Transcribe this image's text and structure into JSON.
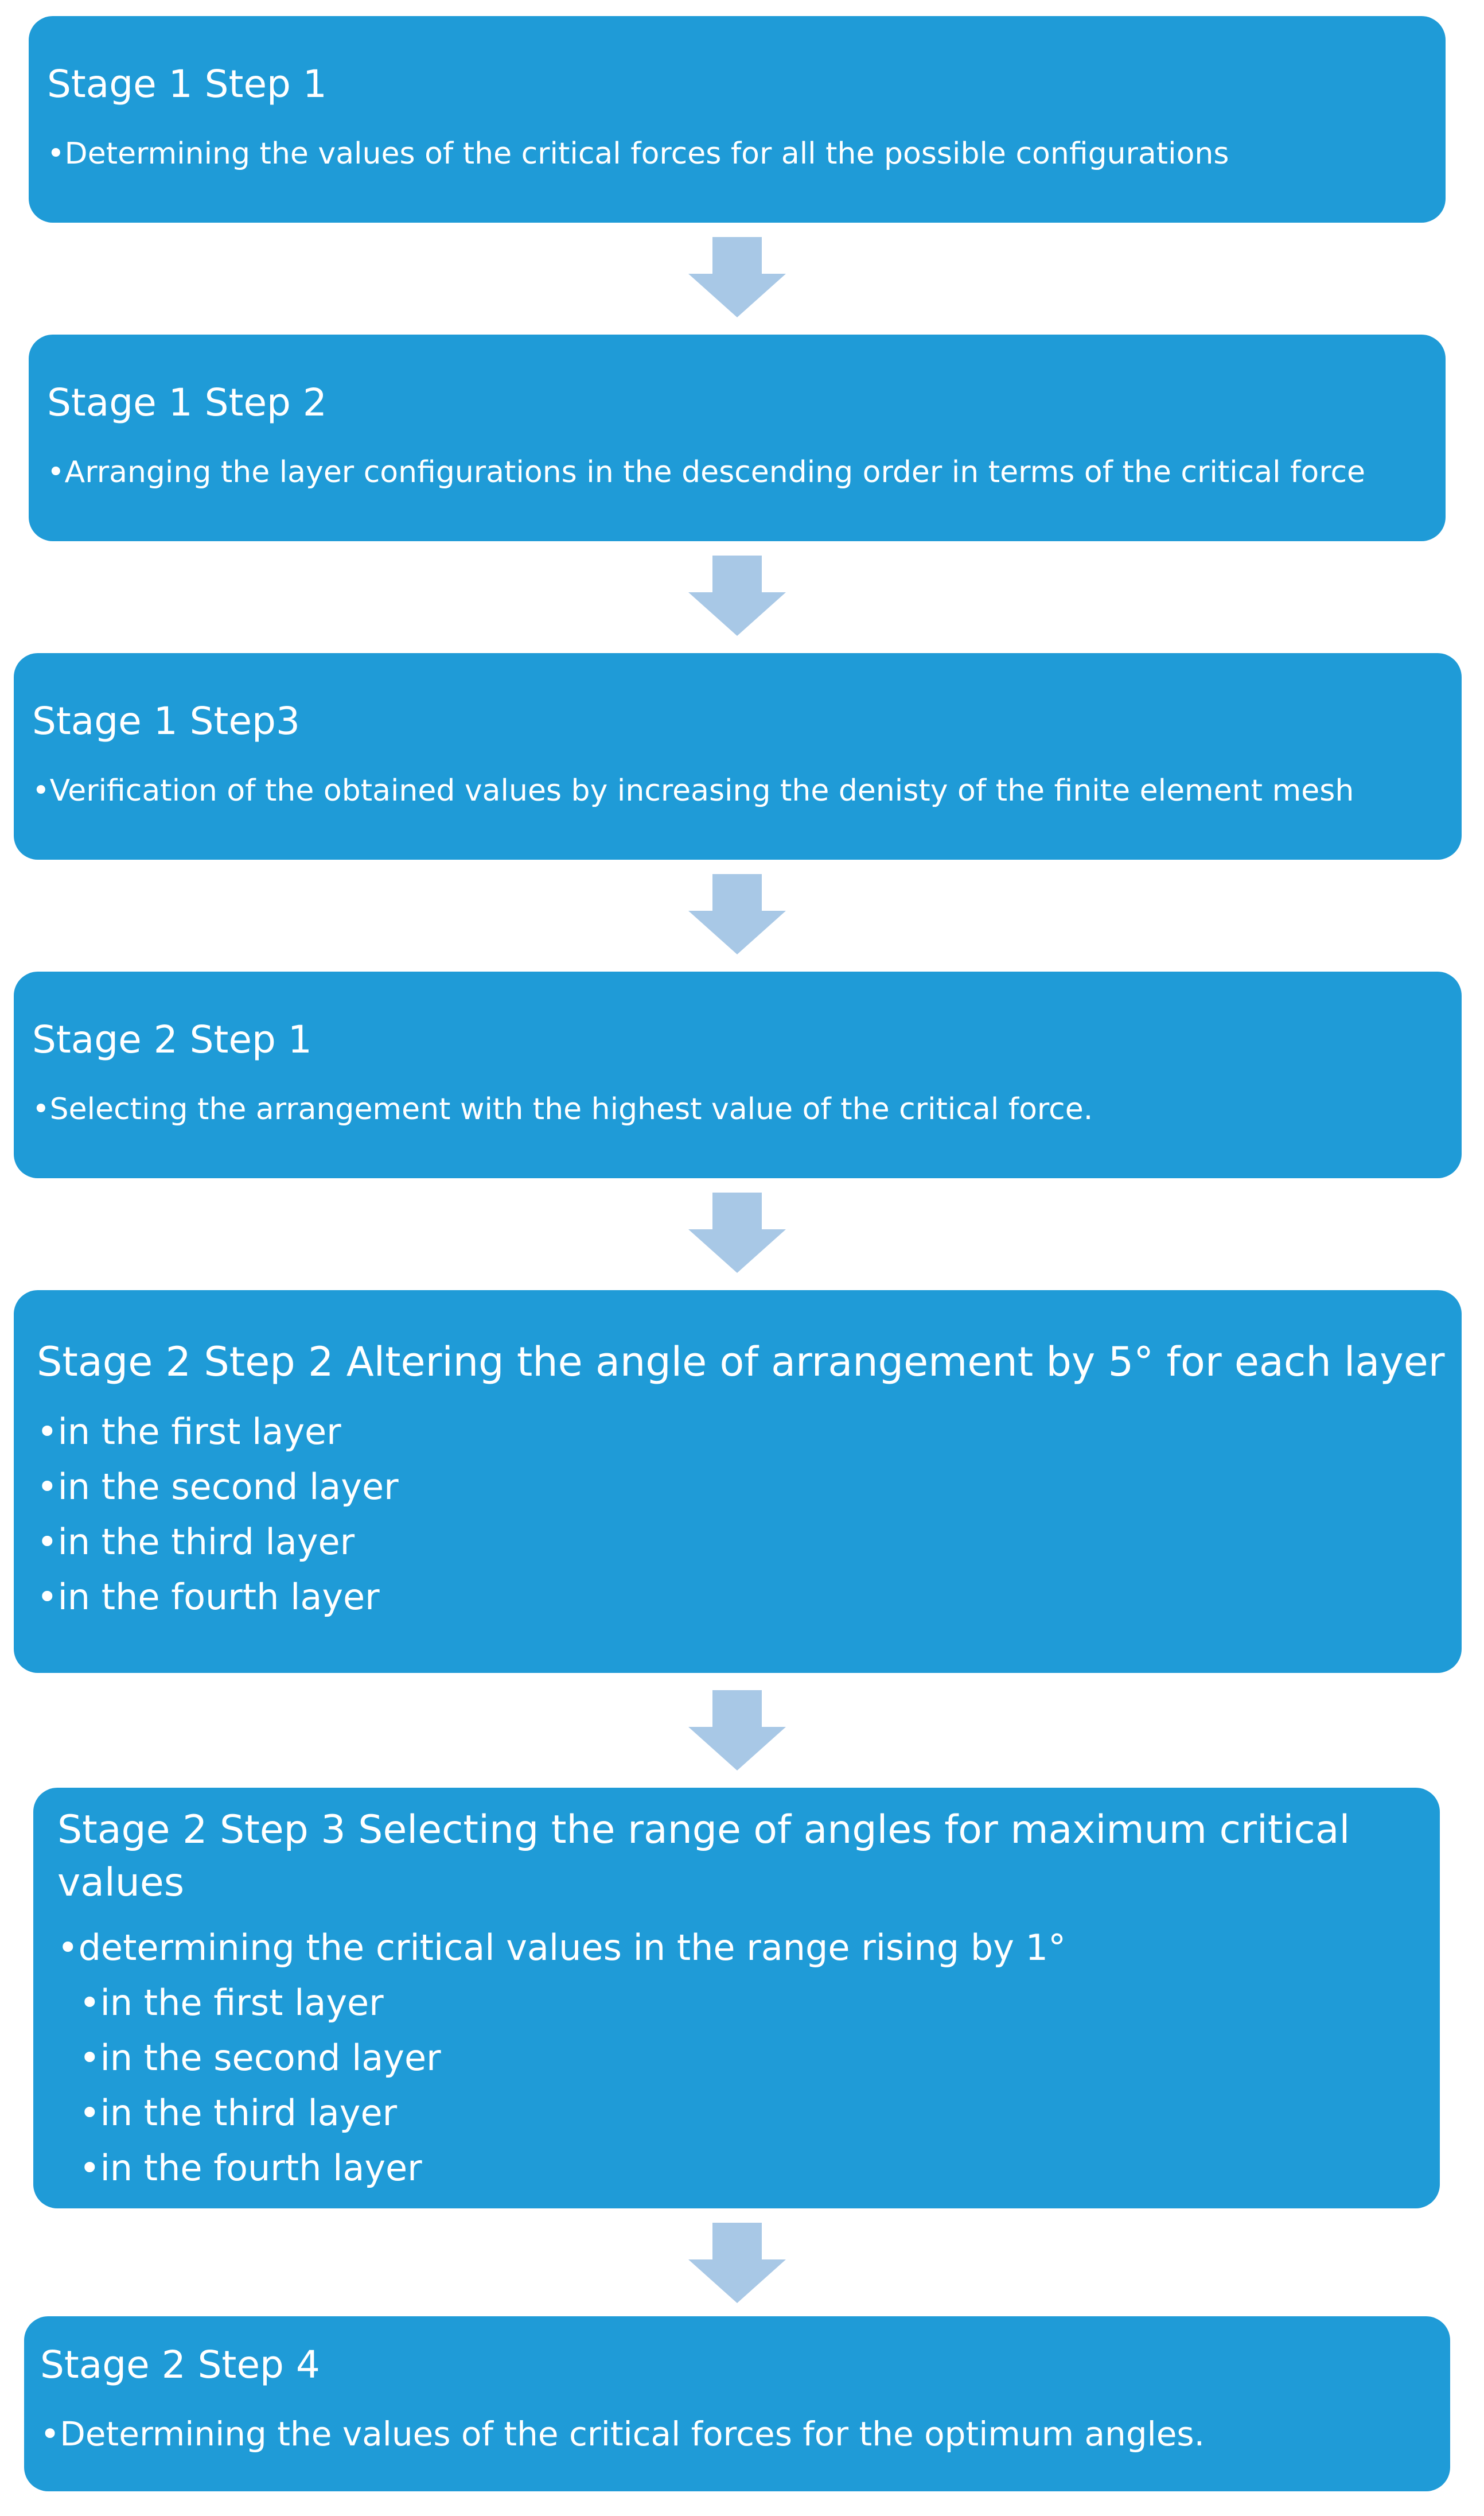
{
  "steps": [
    {
      "title": "Stage 1 Step 1",
      "bullets": [
        "•Determining the values of the critical forces for all the possible configurations"
      ]
    },
    {
      "title": "Stage 1 Step 2",
      "bullets": [
        "•Arranging the layer configurations in the descending order in terms of the critical force"
      ]
    },
    {
      "title": "Stage 1 Step3",
      "bullets": [
        "•Verification of the obtained values by increasing the denisty of the finite element mesh"
      ]
    },
    {
      "title": "Stage 2 Step 1",
      "bullets": [
        "•Selecting the arrangement with the highest value of the critical force."
      ]
    },
    {
      "title": "Stage 2 Step 2 Altering the angle of arrangement by 5° for each layer",
      "bullets": [
        "•in the first layer",
        "•in the second layer",
        "•in the third layer",
        "•in the fourth layer"
      ]
    },
    {
      "title": "Stage 2 Step 3  Selecting the range of angles for maximum critical values",
      "bullets": [
        "•determining the critical values in the range rising by 1°",
        "•in the first layer",
        "•in the second layer",
        "•in the third layer",
        "•in the fourth layer"
      ]
    },
    {
      "title": "Stage 2 Step 4",
      "bullets": [
        "•Determining the values of the critical forces for the optimum angles."
      ]
    }
  ],
  "colors": {
    "box": "#1f9bd7",
    "arrow": "#a8c8e6",
    "text": "#ffffff"
  }
}
